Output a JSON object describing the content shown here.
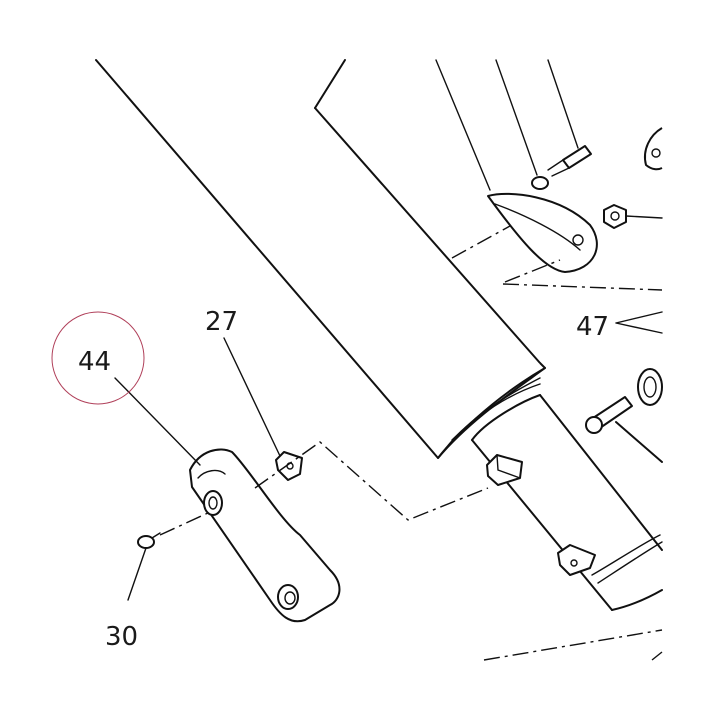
{
  "callouts": [
    {
      "id": "44",
      "text": "44"
    },
    {
      "id": "27",
      "text": "27"
    },
    {
      "id": "30",
      "text": "30"
    },
    {
      "id": "47",
      "text": "47"
    }
  ],
  "colors": {
    "line": "#111111",
    "background": "#ffffff",
    "highlight_circle": "#b0405a"
  },
  "highlighted_callout": "44"
}
